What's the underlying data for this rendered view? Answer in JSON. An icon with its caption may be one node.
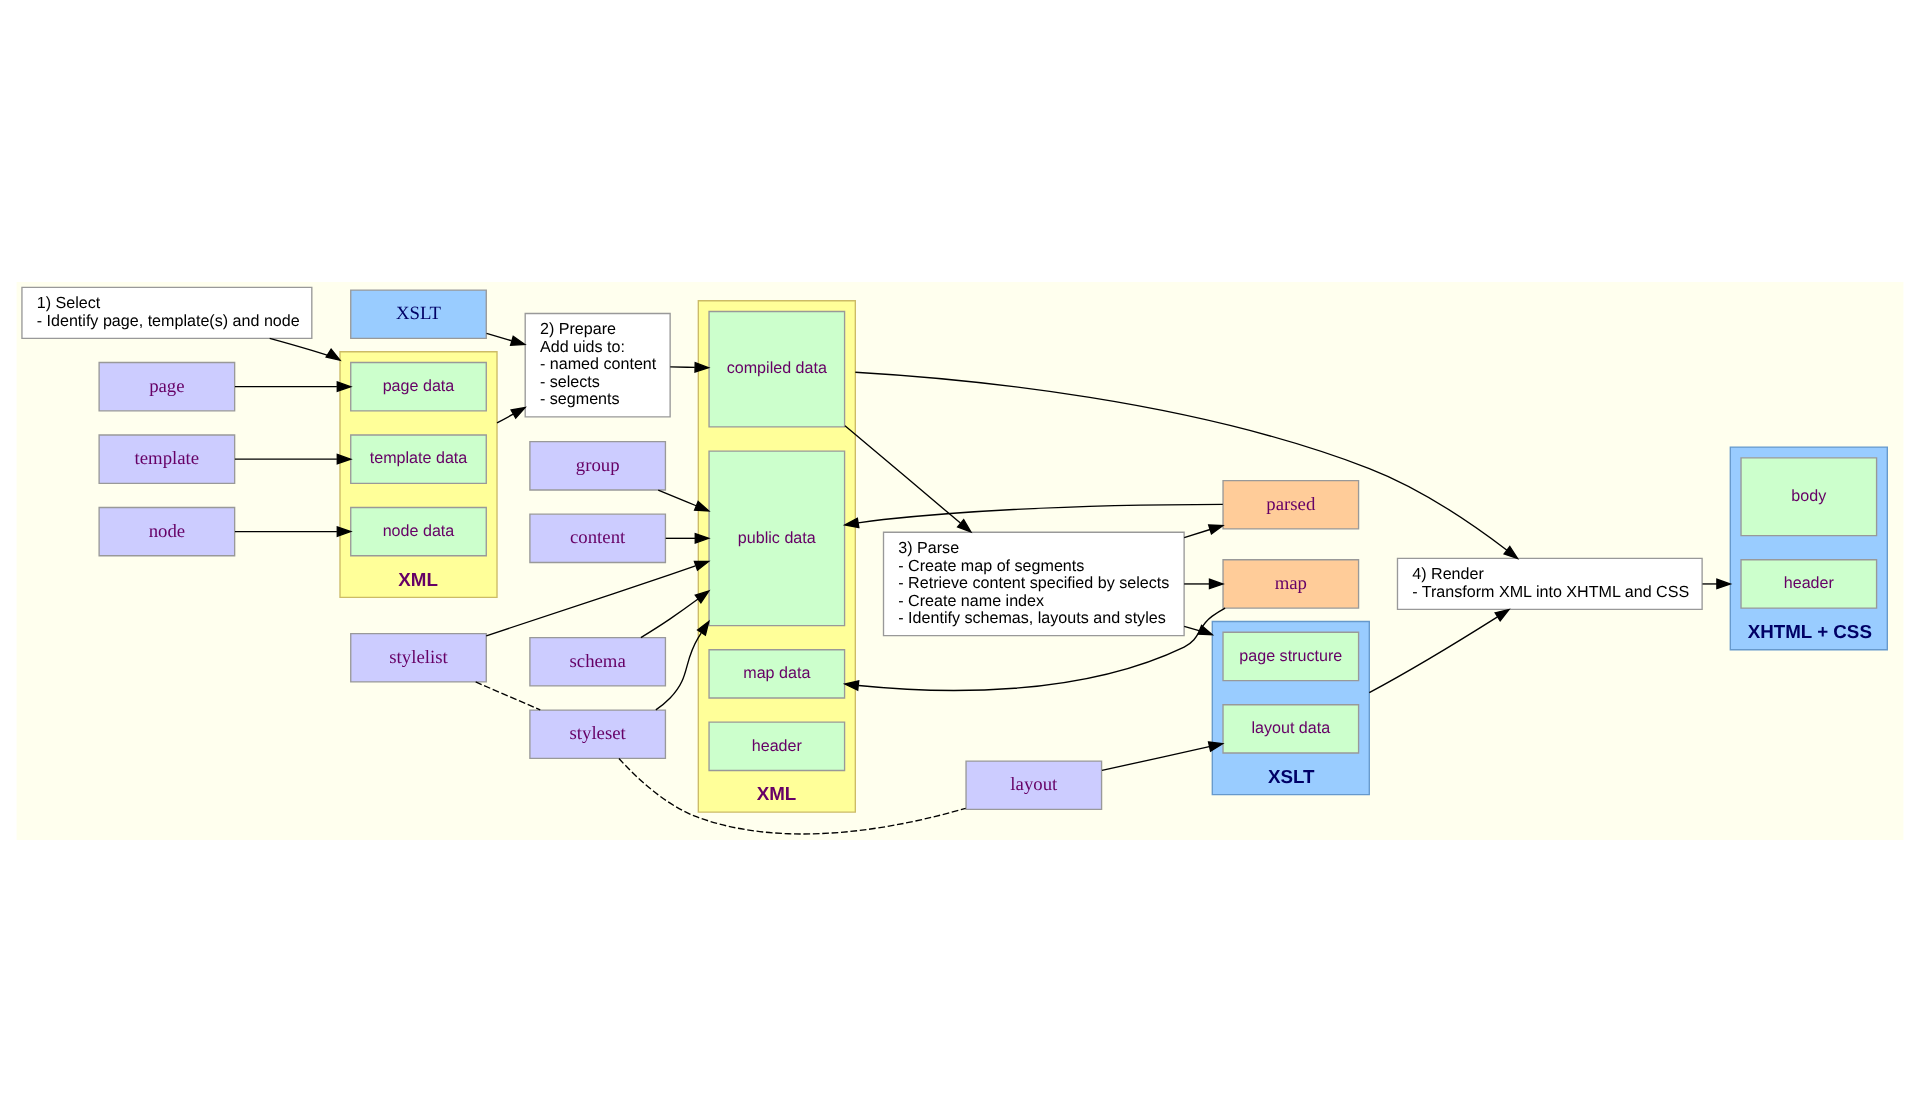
{
  "diagram": {
    "nodes": [
      {
        "text": [
          "1) Select",
          "- Identify page, template(s) and node"
        ]
      },
      {
        "text": [
          "XML"
        ]
      },
      {
        "text": [
          "page data"
        ],
        "in": 1
      },
      {
        "text": [
          "template data"
        ],
        "in": 1
      },
      {
        "text": [
          "node data"
        ],
        "in": 1
      },
      {
        "text": [
          "page"
        ]
      },
      {
        "text": [
          "template"
        ]
      },
      {
        "text": [
          "node"
        ]
      },
      {
        "text": [
          "XSLT"
        ]
      },
      {
        "text": [
          "2) Prepare",
          "Add uids to:",
          "- named content",
          "- selects",
          "- segments"
        ]
      },
      {
        "text": [
          "XML"
        ]
      },
      {
        "text": [
          "header"
        ],
        "in": 10
      },
      {
        "text": [
          "map data"
        ],
        "in": 10
      },
      {
        "text": [
          "compiled data"
        ],
        "in": 10
      },
      {
        "text": [
          "public data"
        ],
        "in": 10
      },
      {
        "text": [
          "schema"
        ]
      },
      {
        "text": [
          "group"
        ]
      },
      {
        "text": [
          "content"
        ]
      },
      {
        "text": [
          "map"
        ]
      },
      {
        "text": [
          "parsed"
        ]
      },
      {
        "text": [
          "stylelist"
        ]
      },
      {
        "text": [
          "styleset"
        ]
      },
      {
        "text": [
          "layout"
        ]
      },
      {
        "text": [
          "3) Parse",
          "- Create map of segments",
          "- Retrieve content specified by selects",
          "- Create name index",
          "- Identify schemas, layouts and styles"
        ]
      },
      {
        "text": [
          "XSLT"
        ]
      },
      {
        "text": [
          "page structure"
        ],
        "in": 24
      },
      {
        "text": [
          "layout data"
        ],
        "in": 24
      },
      {
        "text": [
          "XHTML + CSS"
        ]
      },
      {
        "text": [
          "header"
        ],
        "in": 27
      },
      {
        "text": [
          "body"
        ],
        "in": 27
      },
      {
        "text": [
          "4) Render",
          "- Transform XML into XHTML and CSS"
        ]
      }
    ],
    "edges": [
      {
        "from": 0,
        "to": 1,
        "arrow": "to"
      },
      {
        "from": 5,
        "to": 2,
        "arrow": "to"
      },
      {
        "from": 6,
        "to": 3,
        "arrow": "to"
      },
      {
        "from": 7,
        "to": 4,
        "arrow": "to"
      },
      {
        "from": 1,
        "to": 9,
        "arrow": "to"
      },
      {
        "from": 8,
        "to": 9,
        "arrow": "to"
      },
      {
        "from": 9,
        "to": 13,
        "arrow": "to"
      },
      {
        "from": 13,
        "to": 23,
        "arrow": "to"
      },
      {
        "from": 23,
        "to": 18,
        "arrow": "to"
      },
      {
        "from": 18,
        "to": 12,
        "arrow": "to"
      },
      {
        "from": 23,
        "to": 19,
        "arrow": "to"
      },
      {
        "from": 19,
        "to": 14,
        "arrow": "to"
      },
      {
        "from": 15,
        "to": 14,
        "arrow": "to"
      },
      {
        "from": 16,
        "to": 14,
        "arrow": "to"
      },
      {
        "from": 17,
        "to": 14,
        "arrow": "to"
      },
      {
        "from": 20,
        "to": 14,
        "arrow": "to"
      },
      {
        "from": 21,
        "to": 14,
        "arrow": "to"
      },
      {
        "from": 20,
        "to": 21,
        "arrow": "none",
        "style": "dashed"
      },
      {
        "from": 21,
        "to": 22,
        "arrow": "none",
        "style": "dashed"
      },
      {
        "from": 22,
        "to": 26,
        "arrow": "to"
      },
      {
        "from": 23,
        "to": 24,
        "arrow": "to"
      },
      {
        "from": 10,
        "to": 30,
        "arrow": "to"
      },
      {
        "from": 24,
        "to": 30,
        "arrow": "to"
      },
      {
        "from": 30,
        "to": 27,
        "arrow": "to"
      }
    ]
  }
}
